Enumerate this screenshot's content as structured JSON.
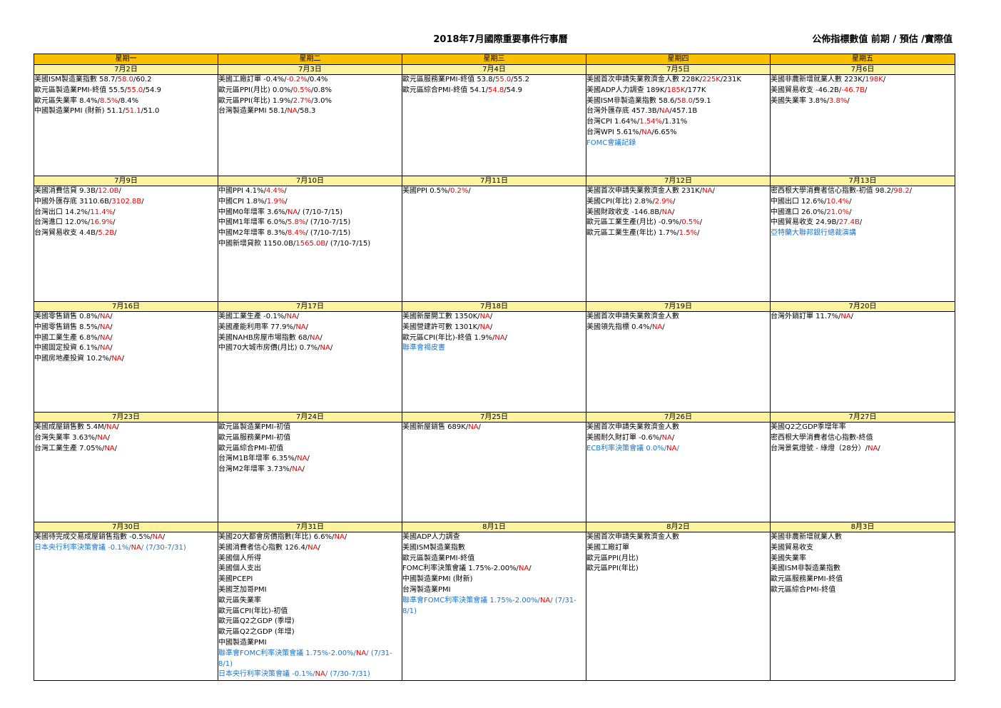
{
  "title": "2018年7月國際重要事件行事曆",
  "legend": "公佈指標數值 前期 / 預估 /實際值",
  "weekdays": [
    "星期一",
    "星期二",
    "星期三",
    "星期四",
    "星期五"
  ],
  "weeks": [
    {
      "days": [
        {
          "date": "7月2日",
          "events": [
            {
              "pre": "美國ISM製造業指數 58.7/",
              "red": "58.0",
              "post": "/60.2"
            },
            {
              "pre": "歐元區製造業PMI-終值 55.5/",
              "red": "55.0",
              "post": "/54.9"
            },
            {
              "pre": "歐元區失業率 8.4%/",
              "red": "8.5%",
              "post": "/8.4%"
            },
            {
              "pre": "中國製造業PMI (財新) 51.1/",
              "red": "51.1",
              "post": "/51.0"
            }
          ]
        },
        {
          "date": "7月3日",
          "events": [
            {
              "pre": "美國工廠訂單 -0.4%/",
              "red": "-0.2%",
              "post": "/0.4%"
            },
            {
              "pre": "歐元區PPI(月比) 0.0%/",
              "red": "0.5%",
              "post": "/0.8%"
            },
            {
              "pre": "歐元區PPI(年比) 1.9%/",
              "red": "2.7%",
              "post": "/3.0%"
            },
            {
              "pre": "台灣製造業PMI 58.1/",
              "red": "NA",
              "post": "/58.3"
            }
          ]
        },
        {
          "date": "7月4日",
          "events": [
            {
              "pre": "歐元區服務業PMI-終值 53.8/",
              "red": "55.0",
              "post": "/55.2"
            },
            {
              "pre": "歐元區綜合PMI-終值 54.1/",
              "red": "54.8",
              "post": "/54.9"
            }
          ]
        },
        {
          "date": "7月5日",
          "events": [
            {
              "pre": "美國首次申請失業救濟金人數 228K/",
              "red": "225K",
              "post": "/231K"
            },
            {
              "pre": "美國ADP人力調查 189K/",
              "red": "185K",
              "post": "/177K"
            },
            {
              "pre": "美國ISM非製造業指數 58.6/",
              "red": "58.0",
              "post": "/59.1"
            },
            {
              "pre": "台灣外匯存底 457.3B/",
              "red": "NA",
              "post": "/457.1B"
            },
            {
              "pre": "台灣CPI 1.64%/",
              "red": "1.54%",
              "post": "/1.31%"
            },
            {
              "pre": "台灣WPI 5.61%/",
              "red": "NA",
              "post": "/6.65%"
            },
            {
              "pre": "FOMC會議記錄",
              "red": "",
              "post": "",
              "blue": true
            }
          ]
        },
        {
          "date": "7月6日",
          "events": [
            {
              "pre": "美國非農新增就業人數 223K/",
              "red": "198K",
              "post": "/"
            },
            {
              "pre": "美國貿易收支 -46.2B/",
              "red": "-46.7B",
              "post": "/"
            },
            {
              "pre": "美國失業率 3.8%/",
              "red": "3.8%",
              "post": "/"
            }
          ]
        }
      ]
    },
    {
      "days": [
        {
          "date": "7月9日",
          "events": [
            {
              "pre": "美國消費信貸 9.3B/",
              "red": "12.0B",
              "post": "/"
            },
            {
              "pre": "中國外匯存底 3110.6B/",
              "red": "3102.8B",
              "post": "/"
            },
            {
              "pre": "台灣出口 14.2%/",
              "red": "11.4%",
              "post": "/"
            },
            {
              "pre": "台灣進口 12.0%/",
              "red": "16.9%",
              "post": "/"
            },
            {
              "pre": "台灣貿易收支 4.4B/",
              "red": "5.2B",
              "post": "/"
            }
          ]
        },
        {
          "date": "7月10日",
          "events": [
            {
              "pre": "中國PPI 4.1%/",
              "red": "4.4%",
              "post": "/"
            },
            {
              "pre": "中國CPI 1.8%/",
              "red": "1.9%",
              "post": "/"
            },
            {
              "pre": "中國M0年增率 3.6%/",
              "red": "NA",
              "post": "/ (7/10-7/15)"
            },
            {
              "pre": "中國M1年增率 6.0%/",
              "red": "5.8%",
              "post": "/ (7/10-7/15)"
            },
            {
              "pre": "中國M2年增率 8.3%/",
              "red": "8.4%",
              "post": "/ (7/10-7/15)"
            },
            {
              "pre": "中國新增貸款 1150.0B/",
              "red": "1565.0B",
              "post": "/ (7/10-7/15)"
            }
          ]
        },
        {
          "date": "7月11日",
          "events": [
            {
              "pre": "美國PPI 0.5%/",
              "red": "0.2%",
              "post": "/"
            }
          ]
        },
        {
          "date": "7月12日",
          "events": [
            {
              "pre": "美國首次申請失業救濟金人數 231K/",
              "red": "NA",
              "post": "/"
            },
            {
              "pre": "美國CPI(年比) 2.8%/",
              "red": "2.9%",
              "post": "/"
            },
            {
              "pre": "美國財政收支 -146.8B/",
              "red": "NA",
              "post": "/"
            },
            {
              "pre": "歐元區工業生產(月比) -0.9%/",
              "red": "0.5%",
              "post": "/"
            },
            {
              "pre": "歐元區工業生產(年比) 1.7%/",
              "red": "1.5%",
              "post": "/"
            }
          ]
        },
        {
          "date": "7月13日",
          "events": [
            {
              "pre": "密西根大學消費者信心指數-初值 98.2/",
              "red": "98.2",
              "post": "/"
            },
            {
              "pre": "中國出口 12.6%/",
              "red": "10.4%",
              "post": "/"
            },
            {
              "pre": "中國進口 26.0%/",
              "red": "21.0%",
              "post": "/"
            },
            {
              "pre": "中國貿易收支 24.9B/",
              "red": "27.4B",
              "post": "/"
            },
            {
              "pre": "亞特蘭大聯邦銀行總裁演講",
              "red": "",
              "post": "",
              "blue": true
            }
          ]
        }
      ]
    },
    {
      "days": [
        {
          "date": "7月16日",
          "events": [
            {
              "pre": "美國零售銷售 0.8%/",
              "red": "NA",
              "post": "/"
            },
            {
              "pre": "中國零售銷售 8.5%/",
              "red": "NA",
              "post": "/"
            },
            {
              "pre": "中國工業生產 6.8%/",
              "red": "NA",
              "post": "/"
            },
            {
              "pre": "中國固定投資 6.1%/",
              "red": "NA",
              "post": "/"
            },
            {
              "pre": "中國房地產投資 10.2%/",
              "red": "NA",
              "post": "/"
            }
          ]
        },
        {
          "date": "7月17日",
          "events": [
            {
              "pre": "美國工業生產 -0.1%/",
              "red": "NA",
              "post": "/"
            },
            {
              "pre": "美國產能利用率 77.9%/",
              "red": "NA",
              "post": "/"
            },
            {
              "pre": "美國NAHB房屋市場指數 68/",
              "red": "NA",
              "post": "/"
            },
            {
              "pre": "中國70大城市房價(月比) 0.7%/",
              "red": "NA",
              "post": "/"
            }
          ]
        },
        {
          "date": "7月18日",
          "events": [
            {
              "pre": "美國新屋開工數 1350K/",
              "red": "NA",
              "post": "/"
            },
            {
              "pre": "美國營建許可數 1301K/",
              "red": "NA",
              "post": "/"
            },
            {
              "pre": "歐元區CPI(年比)-終值 1.9%/",
              "red": "NA",
              "post": "/"
            },
            {
              "pre": "聯準會褐皮書",
              "red": "",
              "post": "",
              "blue": true
            }
          ]
        },
        {
          "date": "7月19日",
          "events": [
            {
              "pre": "美國首次申請失業救濟金人數",
              "red": "",
              "post": ""
            },
            {
              "pre": "美國領先指標 0.4%/",
              "red": "NA",
              "post": "/"
            }
          ]
        },
        {
          "date": "7月20日",
          "events": [
            {
              "pre": "台灣外銷訂單 11.7%/",
              "red": "NA",
              "post": "/"
            }
          ]
        }
      ]
    },
    {
      "days": [
        {
          "date": "7月23日",
          "events": [
            {
              "pre": "美國成屋銷售數 5.4M/",
              "red": "NA",
              "post": "/"
            },
            {
              "pre": "台灣失業率 3.63%/",
              "red": "NA",
              "post": "/"
            },
            {
              "pre": "台灣工業生產 7.05%/",
              "red": "NA",
              "post": "/"
            }
          ]
        },
        {
          "date": "7月24日",
          "events": [
            {
              "pre": "歐元區製造業PMI-初值",
              "red": "",
              "post": ""
            },
            {
              "pre": "歐元區服務業PMI-初值",
              "red": "",
              "post": ""
            },
            {
              "pre": "歐元區綜合PMI-初值",
              "red": "",
              "post": ""
            },
            {
              "pre": "台灣M1B年增率 6.35%/",
              "red": "NA",
              "post": "/"
            },
            {
              "pre": "台灣M2年增率 3.73%/",
              "red": "NA",
              "post": "/"
            }
          ]
        },
        {
          "date": "7月25日",
          "events": [
            {
              "pre": "美國新屋銷售 689K/",
              "red": "NA",
              "post": "/"
            }
          ]
        },
        {
          "date": "7月26日",
          "events": [
            {
              "pre": "美國首次申請失業救濟金人數",
              "red": "",
              "post": ""
            },
            {
              "pre": "美國耐久財訂單 -0.6%/",
              "red": "NA",
              "post": "/"
            },
            {
              "pre": "ECB利率決策會議 0.0%/",
              "red": "NA",
              "post": "/",
              "blue": true
            }
          ]
        },
        {
          "date": "7月27日",
          "events": [
            {
              "pre": "美國Q2之GDP季增年率",
              "red": "",
              "post": ""
            },
            {
              "pre": "密西根大學消費者信心指數-終值",
              "red": "",
              "post": ""
            },
            {
              "pre": "台灣景氣燈號 - 綠燈（28分）/",
              "red": "NA",
              "post": "/"
            }
          ]
        }
      ]
    },
    {
      "days": [
        {
          "date": "7月30日",
          "events": [
            {
              "pre": "美國待完成交易成屋銷售指數 -0.5%/",
              "red": "NA",
              "post": "/"
            },
            {
              "pre": "日本央行利率決策會議 -0.1%/",
              "red": "NA",
              "post": "/ (7/30-7/31)",
              "blue": true
            }
          ]
        },
        {
          "date": "7月31日",
          "events": [
            {
              "pre": "美國20大都會房價指數(年比) 6.6%/",
              "red": "NA",
              "post": "/"
            },
            {
              "pre": "美國消費者信心指數 126.4/",
              "red": "NA",
              "post": "/"
            },
            {
              "pre": "美國個人所得",
              "red": "",
              "post": ""
            },
            {
              "pre": "美國個人支出",
              "red": "",
              "post": ""
            },
            {
              "pre": "美國PCEPI",
              "red": "",
              "post": ""
            },
            {
              "pre": "美國芝加哥PMI",
              "red": "",
              "post": ""
            },
            {
              "pre": "歐元區失業率",
              "red": "",
              "post": ""
            },
            {
              "pre": "歐元區CPI(年比)-初值",
              "red": "",
              "post": ""
            },
            {
              "pre": "歐元區Q2之GDP (季增)",
              "red": "",
              "post": ""
            },
            {
              "pre": "歐元區Q2之GDP (年增)",
              "red": "",
              "post": ""
            },
            {
              "pre": "中國製造業PMI",
              "red": "",
              "post": ""
            },
            {
              "pre": "聯準會FOMC利率決策會議 1.75%-2.00%/",
              "red": "NA",
              "post": "/ (7/31-8/1)",
              "blue": true,
              "wrap": true
            },
            {
              "pre": "日本央行利率決策會議 -0.1%/",
              "red": "NA",
              "post": "/ (7/30-7/31)",
              "blue": true
            }
          ]
        },
        {
          "date": "8月1日",
          "events": [
            {
              "pre": "美國ADP人力調查",
              "red": "",
              "post": ""
            },
            {
              "pre": "美國ISM製造業指數",
              "red": "",
              "post": ""
            },
            {
              "pre": "歐元區製造業PMI-終值",
              "red": "",
              "post": ""
            },
            {
              "pre": "FOMC利率決策會議 1.75%-2.00%/",
              "red": "NA",
              "post": "/"
            },
            {
              "pre": "中國製造業PMI (財新)",
              "red": "",
              "post": ""
            },
            {
              "pre": "台灣製造業PMI",
              "red": "",
              "post": ""
            },
            {
              "pre": "聯準會FOMC利率決策會議 1.75%-2.00%/",
              "red": "NA",
              "post": "/ (7/31-8/1)",
              "blue": true,
              "wrap": true
            }
          ]
        },
        {
          "date": "8月2日",
          "events": [
            {
              "pre": "美國首次申請失業救濟金人數",
              "red": "",
              "post": ""
            },
            {
              "pre": "美國工廠訂單",
              "red": "",
              "post": ""
            },
            {
              "pre": "歐元區PPI(月比)",
              "red": "",
              "post": ""
            },
            {
              "pre": "歐元區PPI(年比)",
              "red": "",
              "post": ""
            }
          ]
        },
        {
          "date": "8月3日",
          "events": [
            {
              "pre": "美國非農新增就業人數",
              "red": "",
              "post": ""
            },
            {
              "pre": "美國貿易收支",
              "red": "",
              "post": ""
            },
            {
              "pre": "美國失業率",
              "red": "",
              "post": ""
            },
            {
              "pre": "美國ISM非製造業指數",
              "red": "",
              "post": ""
            },
            {
              "pre": "歐元區服務業PMI-終值",
              "red": "",
              "post": ""
            },
            {
              "pre": "歐元區綜合PMI-終值",
              "red": "",
              "post": ""
            }
          ]
        }
      ]
    }
  ]
}
